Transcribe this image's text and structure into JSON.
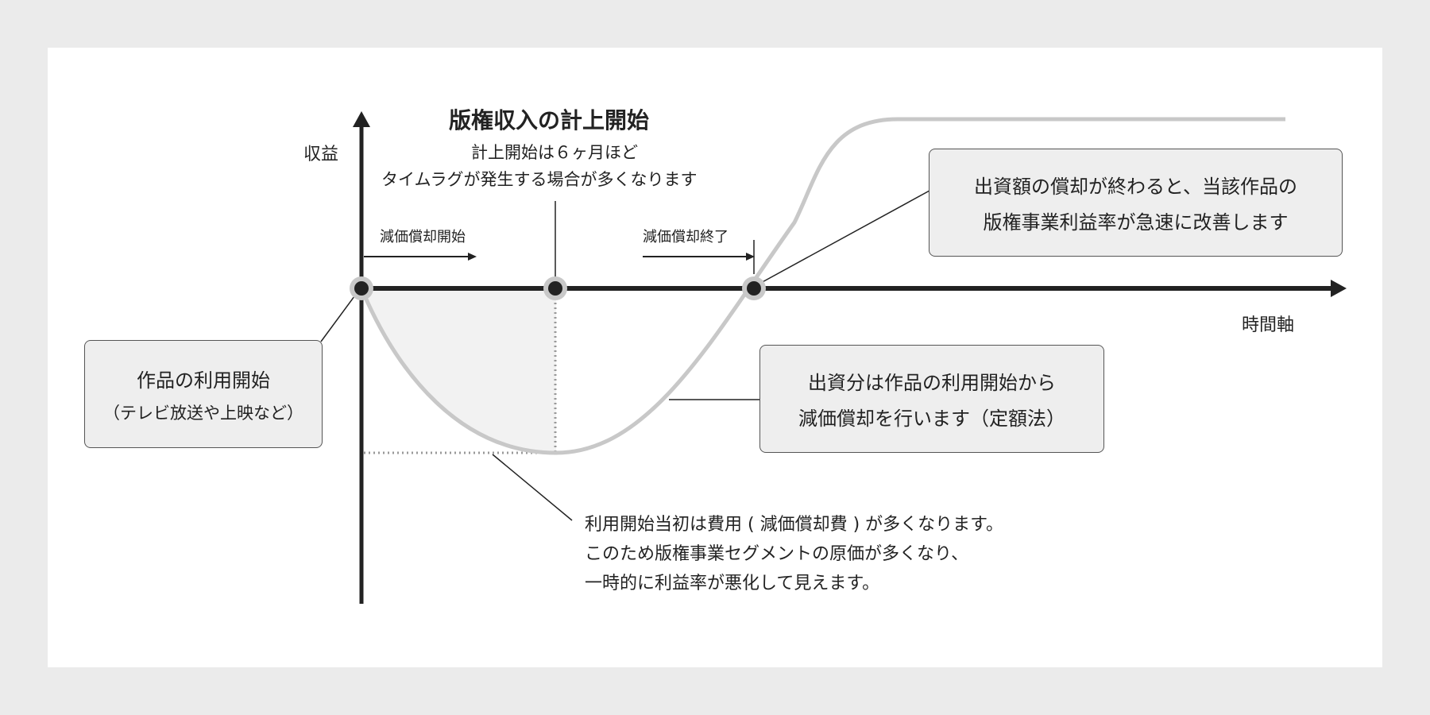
{
  "labels": {
    "y_axis": "収益",
    "x_axis": "時間軸",
    "depreciation_start": "減価償却開始",
    "depreciation_end": "減価償却終了"
  },
  "royalty": {
    "title": "版権収入の計上開始",
    "line1": "計上開始は６ヶ月ほど",
    "line2": "タイムラグが発生する場合が多くなります"
  },
  "callouts": {
    "usage_start": {
      "line1": "作品の利用開始",
      "line2": "（テレビ放送や上映など）"
    },
    "investment": {
      "line1": "出資分は作品の利用開始から",
      "line2": "減価償却を行います（定額法）"
    },
    "improvement": {
      "line1": "出資額の償却が終わると、当該作品の",
      "line2": "版権事業利益率が急速に改善します"
    },
    "initial_cost": {
      "line1": "利用開始当初は費用 ( 減価償却費 ) が多くなります。",
      "line2": "このため版権事業セグメントの原価が多くなり、",
      "line3": "一時的に利益率が悪化して見えます。"
    }
  },
  "colors": {
    "axis": "#222222",
    "curve": "#c8c8c8",
    "box_fill": "#eeeeee",
    "shaded_area": "#f2f2f2",
    "background": "#ebebeb"
  }
}
